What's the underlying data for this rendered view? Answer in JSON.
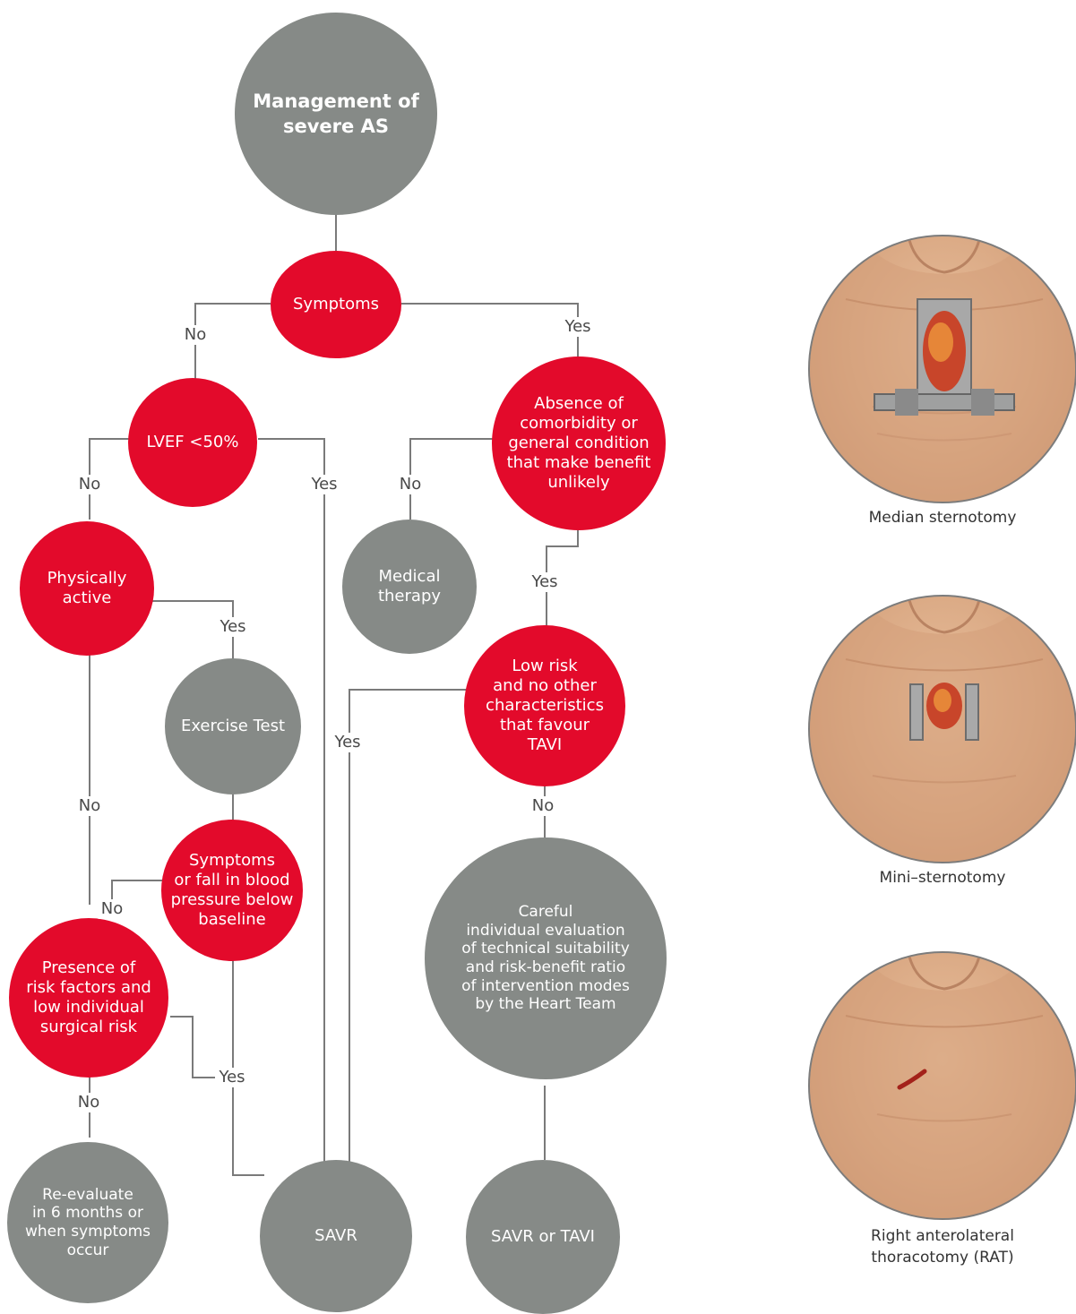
{
  "nodes": {
    "root": "Management of\nsevere AS",
    "symptoms": "Symptoms",
    "lvef": "LVEF <50%",
    "comorbidity": "Absence of\ncomorbidity or\ngeneral condition\nthat make benefit\nunlikely",
    "physically_active": "Physically\nactive",
    "medical_therapy": "Medical\ntherapy",
    "low_risk": "Low risk\nand no other\ncharacteristics\nthat favour\nTAVI",
    "exercise_test": "Exercise Test",
    "symptoms_bp": "Symptoms\nor fall in blood\npressure below\nbaseline",
    "careful": "Careful\nindividual evaluation\nof technical suitability\nand risk-benefit ratio\nof intervention modes\nby the Heart Team",
    "risk_factors": "Presence of\nrisk factors and\nlow individual\nsurgical risk",
    "reevaluate": "Re-evaluate\nin 6 months or\nwhen symptoms\noccur",
    "savr": "SAVR",
    "savr_tavi": "SAVR or TAVI"
  },
  "edge_labels": {
    "symptoms_no": "No",
    "symptoms_yes": "Yes",
    "lvef_no": "No",
    "lvef_yes": "Yes",
    "comorb_no": "No",
    "comorb_yes": "Yes",
    "active_yes": "Yes",
    "lowrisk_yes": "Yes",
    "active_no": "No",
    "lowrisk_no": "No",
    "bp_no": "No",
    "risk_yes": "Yes",
    "risk_no": "No"
  },
  "illustrations": [
    {
      "caption": "Median sternotomy",
      "icon": "median-sternotomy-illustration"
    },
    {
      "caption": "Mini–sternotomy",
      "icon": "mini-sternotomy-illustration"
    },
    {
      "caption": "Right anterolateral\nthoracotomy (RAT)",
      "icon": "rat-thoracotomy-illustration"
    }
  ],
  "colors": {
    "red": "#e30a2b",
    "gray": "#868a87",
    "line": "#7a7a7a",
    "label": "#4a4a4a"
  }
}
